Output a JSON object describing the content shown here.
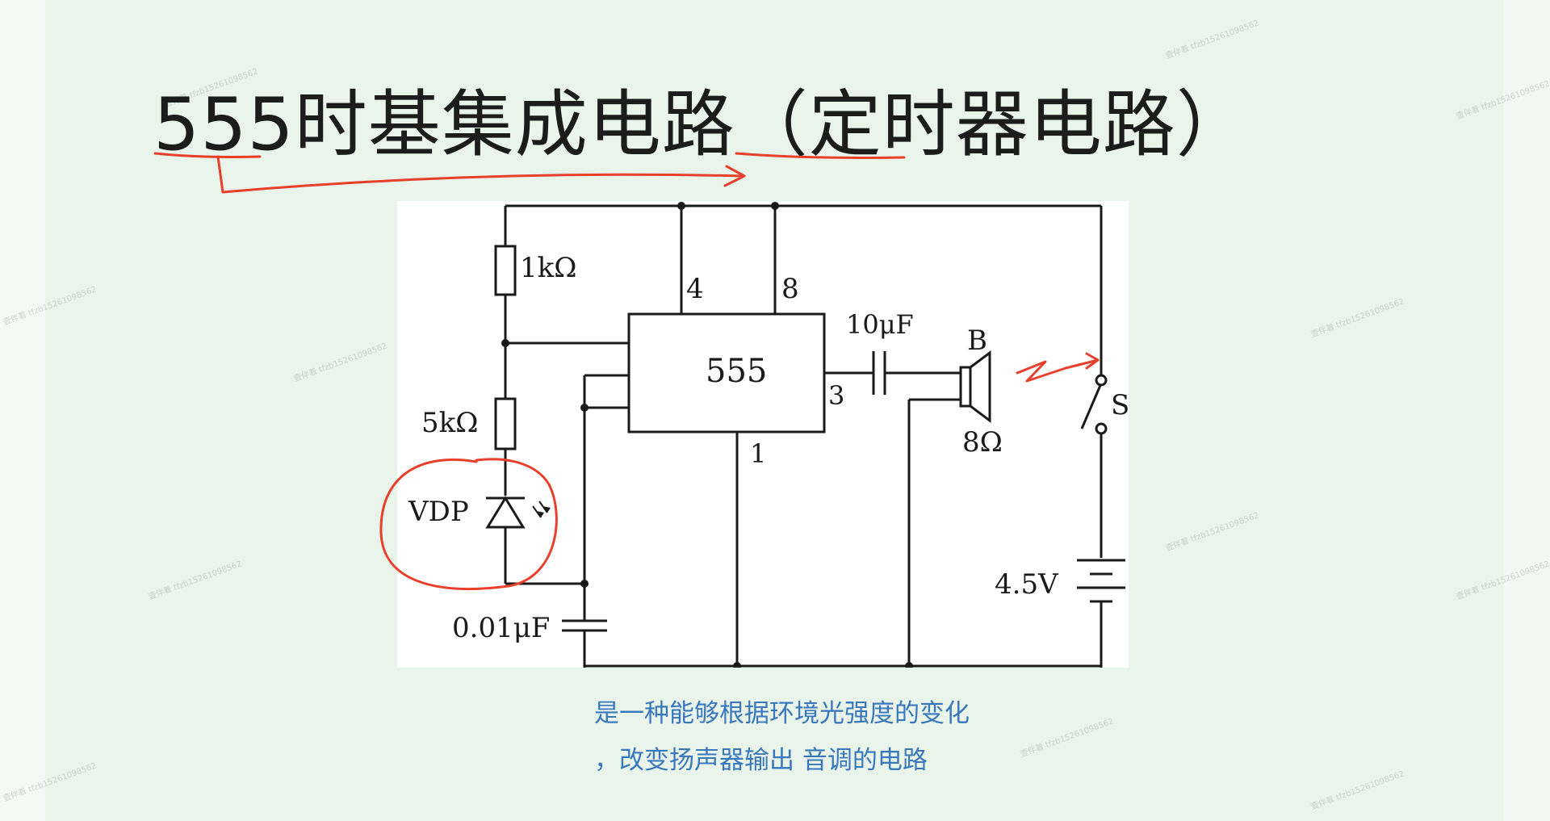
{
  "title": "555时基集成电路（定时器电路）",
  "caption": {
    "line1": "是一种能够根据环境光强度的变化",
    "line2": "，改变扬声器输出 音调的电路"
  },
  "circuit": {
    "chip_label": "555",
    "pin_4": "4",
    "pin_8": "8",
    "pin_3": "3",
    "pin_1": "1",
    "r1": "1kΩ",
    "r2": "5kΩ",
    "photodiode": "VDP",
    "c_timing": "0.01μF",
    "c_coupling": "10μF",
    "speaker_name": "B",
    "speaker_impedance": "8Ω",
    "switch": "S",
    "battery": "4.5V"
  },
  "watermark": "壹伴着 tfzb15261098562",
  "colors": {
    "background": "#e9f4ea",
    "caption": "#3a78bd",
    "annotation": "#e8402a"
  }
}
